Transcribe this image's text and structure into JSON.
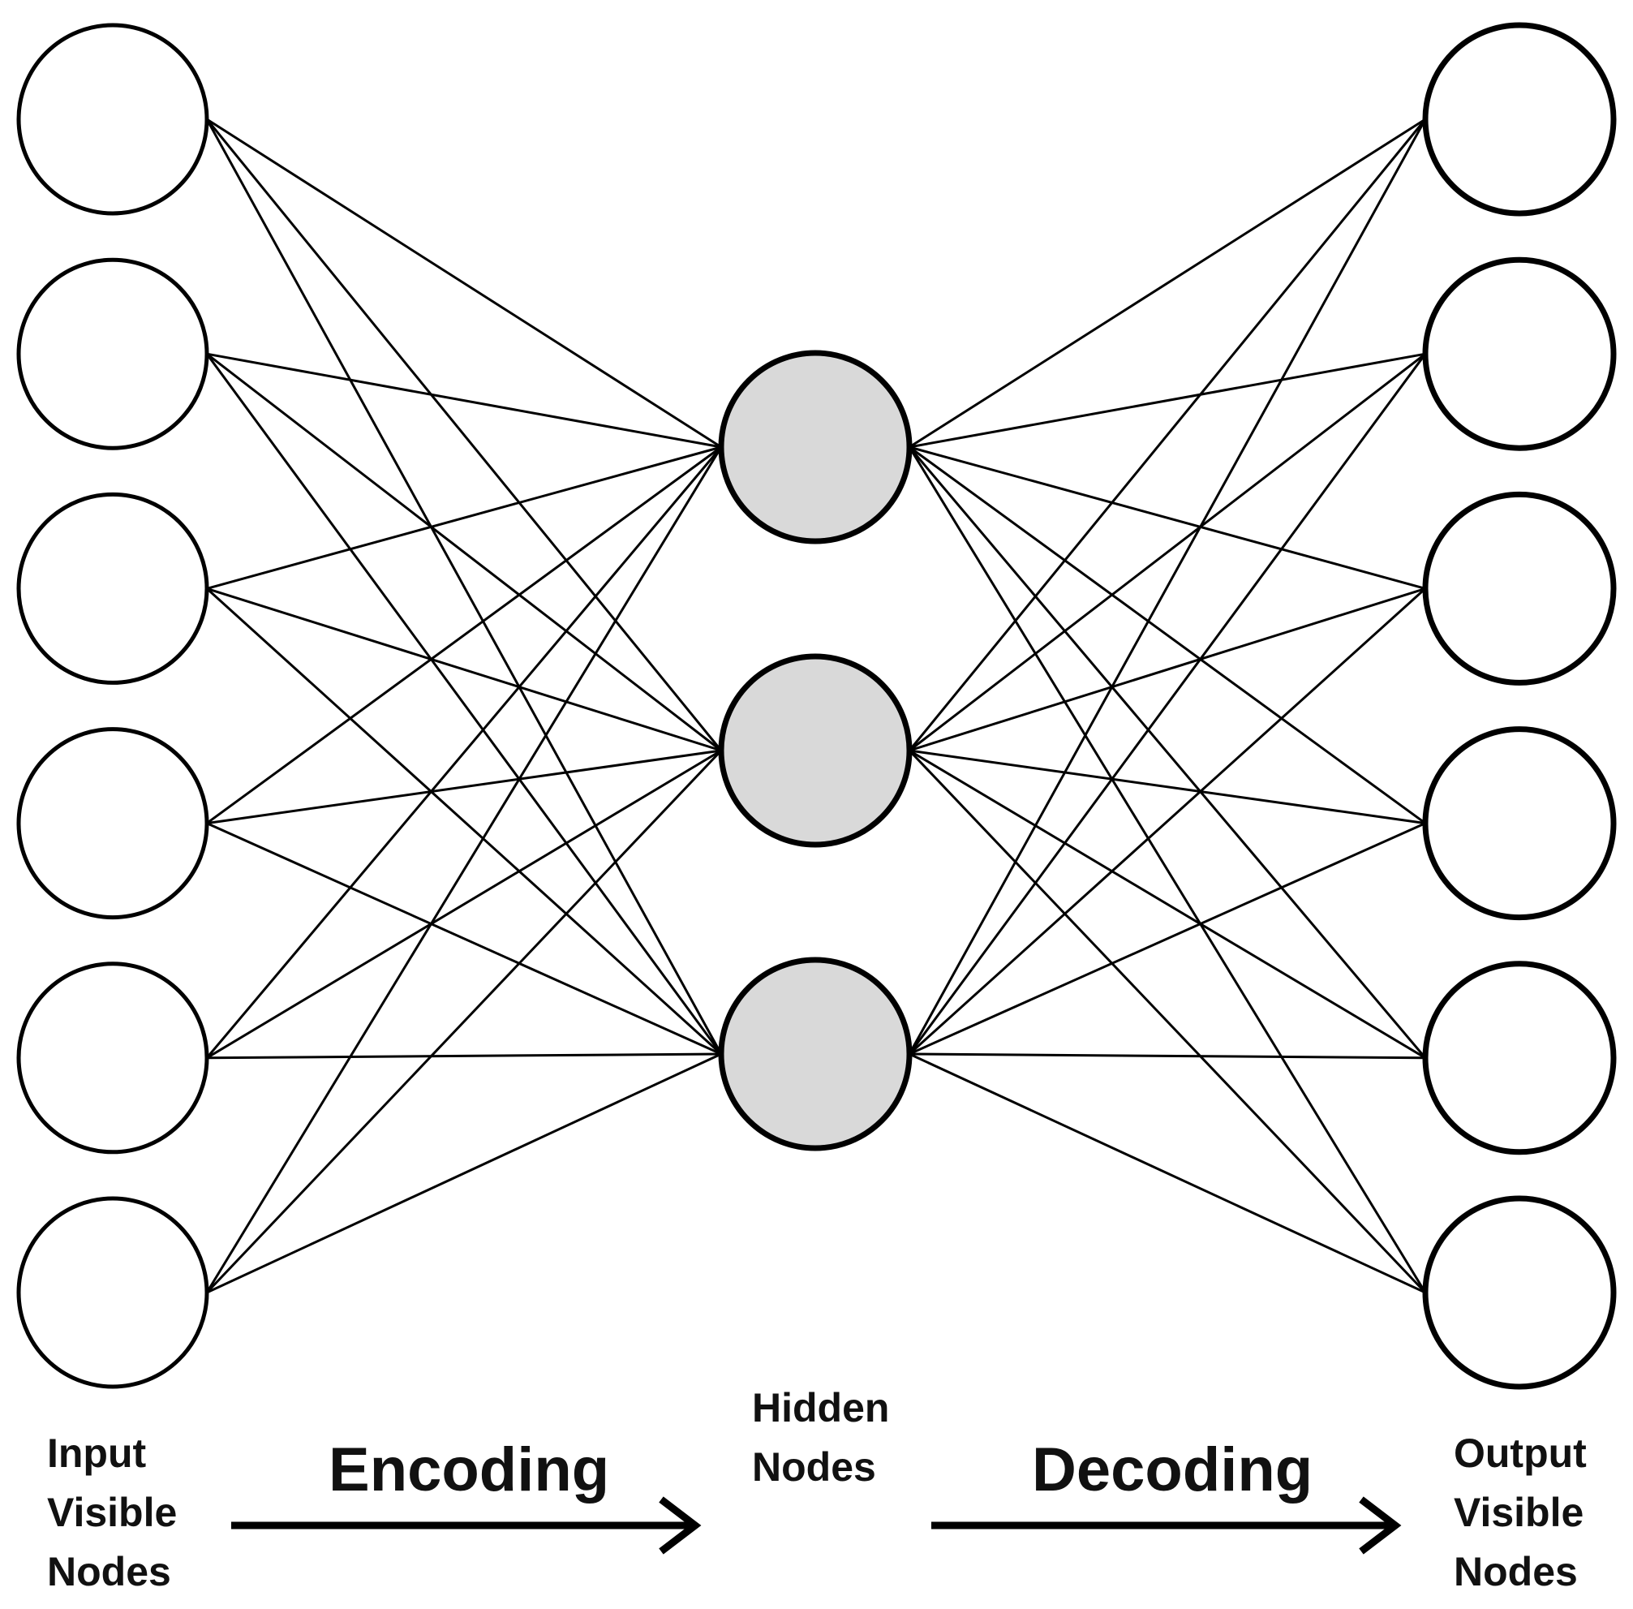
{
  "diagram": {
    "input_label": "Input\nVisible\nNodes",
    "hidden_label": "Hidden\nNodes",
    "output_label": "Output\nVisible\nNodes",
    "encoding_label": "Encoding",
    "decoding_label": "Decoding",
    "layers": {
      "input": {
        "node_count": 6,
        "fill": "#ffffff"
      },
      "hidden": {
        "node_count": 3,
        "fill": "#d9d9d9"
      },
      "output": {
        "node_count": 6,
        "fill": "#ffffff"
      }
    },
    "connectivity": "fully-connected",
    "stroke_color": "#000000"
  }
}
